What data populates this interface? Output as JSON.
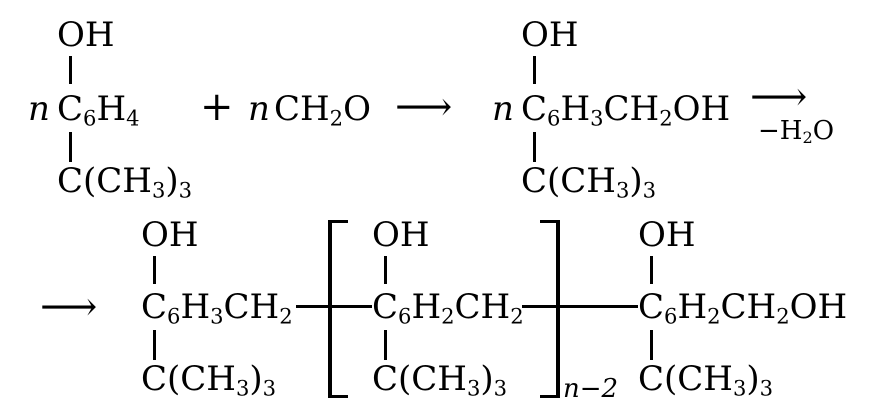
{
  "reaction": {
    "coef_n": "n",
    "reactant": {
      "top": "OH",
      "ring_prefix": "C",
      "ring_sub1": "6",
      "ring_mid": "H",
      "ring_sub2": "4",
      "bottom_a": "C(CH",
      "bottom_sub": "3",
      "bottom_b": ")",
      "bottom_sub2": "3"
    },
    "plus": "+",
    "reagent_a": "CH",
    "reagent_sub": "2",
    "reagent_b": "O",
    "arrow1": "⟶",
    "intermediate": {
      "top": "OH",
      "c": "C",
      "s1": "6",
      "h": "H",
      "s2": "3",
      "ch": "CH",
      "s3": "2",
      "oh": "OH",
      "bottom_a": "C(CH",
      "bottom_sub": "3",
      "bottom_b": ")",
      "bottom_sub2": "3"
    },
    "condition_a": "−H",
    "condition_sub": "2",
    "condition_b": "O",
    "arrow2": "⟶",
    "polymer": {
      "end1_top": "OH",
      "end1_c": "C",
      "end1_s1": "6",
      "end1_h": "H",
      "end1_s2": "3",
      "end1_ch": "CH",
      "end1_s3": "2",
      "end1_dash": "–",
      "end1_bottom_a": "C(CH",
      "end1_bottom_sub": "3",
      "end1_bottom_b": ")",
      "end1_bottom_sub2": "3",
      "mid_top": "OH",
      "mid_c": "C",
      "mid_s1": "6",
      "mid_h": "H",
      "mid_s2": "2",
      "mid_ch": "CH",
      "mid_s3": "2",
      "mid_dash": "–",
      "mid_bottom_a": "C(CH",
      "mid_bottom_sub": "3",
      "mid_bottom_b": ")",
      "mid_bottom_sub2": "3",
      "repeat_label": "n−2",
      "end2_top": "OH",
      "end2_c": "C",
      "end2_s1": "6",
      "end2_h": "H",
      "end2_s2": "2",
      "end2_ch": "CH",
      "end2_s3": "2",
      "end2_oh": "OH",
      "end2_bottom_a": "C(CH",
      "end2_bottom_sub": "3",
      "end2_bottom_b": ")",
      "end2_bottom_sub2": "3"
    }
  }
}
